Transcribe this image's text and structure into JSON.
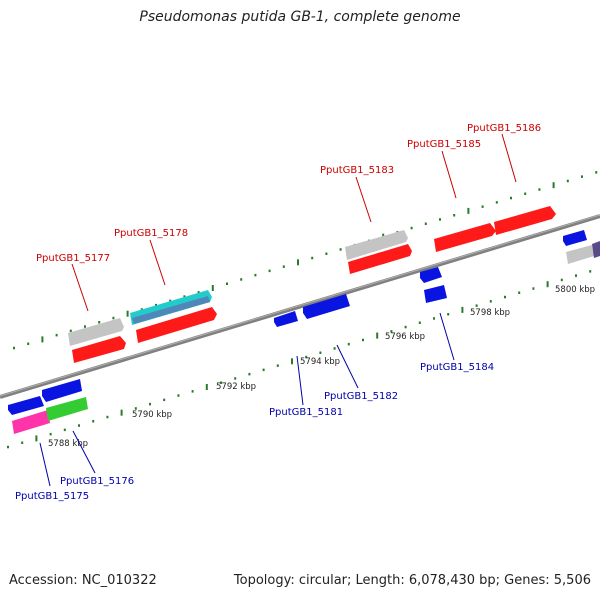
{
  "title": "Pseudomonas putida GB-1, complete genome",
  "footer": {
    "accession": "Accession: NC_010322",
    "summary": "Topology: circular; Length: 6,078,430 bp; Genes: 5,506"
  },
  "scale_labels": [
    "5788 kbp",
    "5790 kbp",
    "5792 kbp",
    "5794 kbp",
    "5796 kbp",
    "5798 kbp",
    "5800 kbp"
  ],
  "forward_labels": [
    "PputGB1_5177",
    "PputGB1_5178",
    "PputGB1_5183",
    "PputGB1_5185",
    "PputGB1_5186"
  ],
  "reverse_labels": [
    "PputGB1_5175",
    "PputGB1_5176",
    "PputGB1_5181",
    "PputGB1_5182",
    "PputGB1_5184"
  ],
  "colors": {
    "forward_label": "#cc0000",
    "reverse_label": "#0000aa",
    "backbone": "#888888",
    "tick": "#2a7a2a",
    "red": "#ff0000",
    "gray": "#c8c8c8",
    "cyan": "#22cccc",
    "steel": "#4f88b8",
    "blue": "#0a14e0",
    "magenta": "#ff33aa",
    "green": "#33cc33",
    "purple": "#5a4a8a"
  }
}
